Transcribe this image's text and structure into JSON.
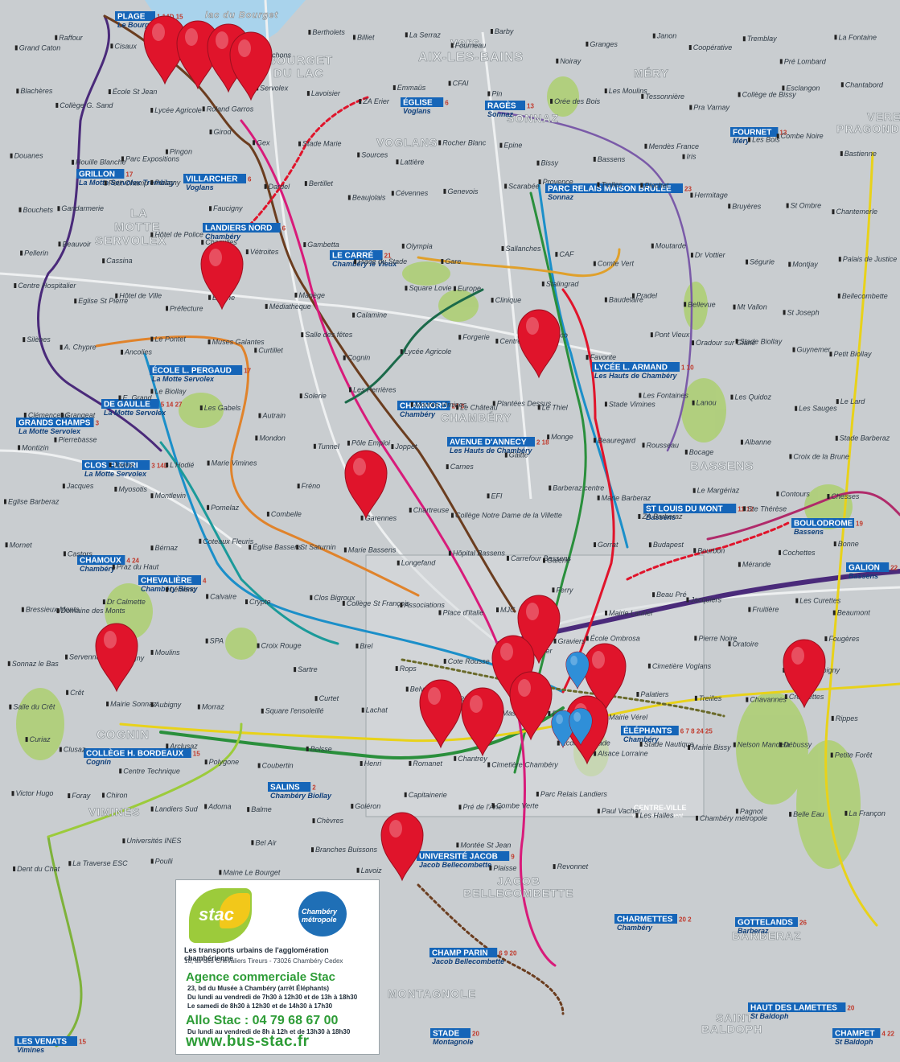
{
  "areas": {
    "aix": "vers\nAIX-LES-BAINS",
    "bourget": "BOURGET\nDU LAC",
    "lac": "lac du Bourget",
    "mery": "MÉRY",
    "sonnaz": "SONNAZ",
    "voglans": "VOGLANS",
    "motte": "LA\nMOTTE\nSERVOLEX",
    "chambery": "CHAMBÉRY",
    "bassens": "BASSENS",
    "cognin": "COGNIN",
    "vimines": "VIMINES",
    "jacob": "JACOB\nBELLECOMBETTE",
    "montagnole": "MONTAGNOLE",
    "barberaz": "BARBERAZ",
    "baldoph": "SAINT\nBALDOPH",
    "verel": "VEREL\nPRAGONDRAN",
    "centre": "CENTRE-VILLE",
    "centre_sub": "voir agrandissement"
  },
  "terminals": [
    {
      "name": "PLAGE",
      "sub": "Le Bourget du Lac",
      "lines": "1 14D 15"
    },
    {
      "name": "ÉGLISE",
      "sub": "Voglans",
      "lines": "6"
    },
    {
      "name": "RAGÈS",
      "sub": "Sonnaz",
      "lines": "13"
    },
    {
      "name": "FOURNET",
      "sub": "Méry",
      "lines": "13"
    },
    {
      "name": "PARC RELAIS MAISON BRÛLÉE",
      "sub": "Sonnaz",
      "lines": "23"
    },
    {
      "name": "GRILLON",
      "sub": "La Motte Servolex Tremblay",
      "lines": "17"
    },
    {
      "name": "VILLARCHER",
      "sub": "Voglans",
      "lines": "6"
    },
    {
      "name": "LANDIERS NORD",
      "sub": "Chambéry",
      "lines": "6"
    },
    {
      "name": "LE CARRÉ",
      "sub": "Chambéry le Vieux",
      "lines": "21"
    },
    {
      "name": "LYCÉE L. ARMAND",
      "sub": "Les Hauts de Chambéry",
      "lines": "1 10"
    },
    {
      "name": "ÉCOLE L. PERGAUD",
      "sub": "La Motte Servolex",
      "lines": "17"
    },
    {
      "name": "DE GAULLE",
      "sub": "La Motte Servolex",
      "lines": "5 14 27"
    },
    {
      "name": "GRANDS CHAMPS",
      "sub": "La Motte Servolex",
      "lines": "3"
    },
    {
      "name": "CHAMNORD",
      "sub": "Chambéry",
      "lines": "24 3"
    },
    {
      "name": "AVENUE D'ANNECY",
      "sub": "Les Hauts de Chambéry",
      "lines": "2 18"
    },
    {
      "name": "CLOS FLEURI",
      "sub": "La Motte Servolex",
      "lines": "3 14D"
    },
    {
      "name": "ST LOUIS DU MONT",
      "sub": "Bassens",
      "lines": "11 12"
    },
    {
      "name": "BOULODROME",
      "sub": "Bassens",
      "lines": "19"
    },
    {
      "name": "CHAMOUX",
      "sub": "Chambéry",
      "lines": "4 24"
    },
    {
      "name": "GALION",
      "sub": "Bassens",
      "lines": "22"
    },
    {
      "name": "CHEVALIÈRE",
      "sub": "Chambéry Bissy",
      "lines": "4"
    },
    {
      "name": "COLLÈGE H. BORDEAUX",
      "sub": "Cognin",
      "lines": "15"
    },
    {
      "name": "ÉLÉPHANTS",
      "sub": "Chambéry",
      "lines": "6 7 8 24 25"
    },
    {
      "name": "SALINS",
      "sub": "Chambéry Biollay",
      "lines": "2"
    },
    {
      "name": "UNIVERSITÉ JACOB",
      "sub": "Jacob Bellecombette",
      "lines": "9"
    },
    {
      "name": "CHARMETTES",
      "sub": "Chambéry",
      "lines": "20 2"
    },
    {
      "name": "GOTTELANDS",
      "sub": "Barberaz",
      "lines": "26"
    },
    {
      "name": "CHAMP PARIN",
      "sub": "Jacob Bellecombette",
      "lines": "6 9 20"
    },
    {
      "name": "HAUT DES LAMETTES",
      "sub": "St Baldoph",
      "lines": "20"
    },
    {
      "name": "STADE",
      "sub": "Montagnole",
      "lines": "20"
    },
    {
      "name": "CHAMPET",
      "sub": "St Baldoph",
      "lines": "4 22"
    },
    {
      "name": "LES VENATS",
      "sub": "Vimines",
      "lines": "15"
    }
  ],
  "stops": [
    "Grand Caton",
    "Raffour",
    "Cisaux",
    "Vert Village",
    "Matassine",
    "Garachons",
    "Bertholets",
    "Billiet",
    "La Serraz",
    "Fourneau",
    "Barby",
    "Noiray",
    "Granges",
    "Janon",
    "Coopérative",
    "Tremblay",
    "Pré Lombard",
    "La Fontaine",
    "Blachères",
    "Collège G. Sand",
    "École St Jean",
    "Lycée Agricole",
    "Roland Garros",
    "Servolex",
    "Lavoisier",
    "ZA Erier",
    "Emmaüs",
    "CFAI",
    "Pin",
    "Orée des Bois",
    "Les Moulins",
    "Tessonnière",
    "Pra Varnay",
    "Collège de Bissy",
    "Esclangon",
    "Chantabord",
    "Douanes",
    "Houille Blanche",
    "Parc Expositions",
    "Pingon",
    "Girod",
    "Gex",
    "Stade Marie",
    "Sources",
    "Lattière",
    "Rocher Blanc",
    "Epine",
    "Bissy",
    "Bassens",
    "Mendès France",
    "Iris",
    "Les Bois",
    "Combe Noire",
    "Bastienne",
    "Bouchets",
    "Gandarmerie",
    "Petit Champ",
    "Puisgny",
    "Faucigny",
    "Dardel",
    "Bertillet",
    "Beaujolais",
    "Cévennes",
    "Genevois",
    "Scarabée",
    "Provence",
    "Trolles",
    "Piochet",
    "Hermitage",
    "Bruyères",
    "St Ombre",
    "Chantemerle",
    "Pellerin",
    "Beauvoir",
    "Cassina",
    "Hôtel de Police",
    "Chamilles",
    "Vétroites",
    "Gambetta",
    "Place du Stade",
    "Olympia",
    "Gare",
    "Sallanches",
    "CAF",
    "Comte Vert",
    "Moutarde",
    "Dr Vottier",
    "Ségurie",
    "Montjay",
    "Palais de Justice",
    "Centre Hospitalier",
    "Eglise St Pierre",
    "Hôtel de Ville",
    "Préfecture",
    "Bolgne",
    "Médiathèque",
    "Manège",
    "Calamine",
    "Square Lovie",
    "Europe",
    "Clinique",
    "Stalingrad",
    "Baudelaire",
    "Pradel",
    "Bellevue",
    "Mt Vallon",
    "St Joseph",
    "Bellecombette",
    "Silènes",
    "A. Chypre",
    "Ancolies",
    "Le Pontet",
    "Muses Galantes",
    "Curtillet",
    "Salle des fêtes",
    "Cognin",
    "Lycée Agricole",
    "Forgerie",
    "Centre Cognin",
    "Bosco",
    "Favorite",
    "Pont Vieux",
    "Oradour sur Glane",
    "Stade Biollay",
    "Guynemer",
    "Petit Biollay",
    "Clémenceau",
    "Grangeat",
    "E. Grand",
    "Le Biollay",
    "Les Gabels",
    "Autrain",
    "Solerie",
    "Les Perrières",
    "Montée Vimines",
    "Le Château",
    "Plantées Dessus",
    "Le Thiel",
    "Stade Vimines",
    "Les Fontaines",
    "Lanou",
    "Les Quidoz",
    "Les Sauges",
    "Le Lard",
    "Montizin",
    "Pierrebasse",
    "Jovine",
    "L'Hodié",
    "Marie Vimines",
    "Mondon",
    "Tunnel",
    "Pôle Emploi",
    "Joppet",
    "Carnes",
    "Gaitte",
    "Monge",
    "Beauregard",
    "Rousseau",
    "Bocage",
    "Albanne",
    "Croix de la Brune",
    "Stade Barberaz",
    "Eglise Barberaz",
    "Jacques",
    "Myosotis",
    "Montlevin",
    "Pomelaz",
    "Combelle",
    "Fréno",
    "Garennes",
    "Chartreuse",
    "Collège Notre Dame de la Villette",
    "EFI",
    "Barberaz centre",
    "Marie Barberaz",
    "ZA Barberaz",
    "Le Margériaz",
    "Ste Thérèse",
    "Contours",
    "Chesses",
    "Mornet",
    "Castors",
    "Praz du Haut",
    "Bérnaz",
    "Coteaux Fleuris",
    "Église Bassens",
    "St Saturnin",
    "Marie Bassens",
    "Longefand",
    "Hôpital Bassens",
    "Carrefour Bassens",
    "Galerie",
    "Gorrat",
    "Budapest",
    "Bourbon",
    "Mérande",
    "Cochettes",
    "Bonne",
    "Bressieux Monts",
    "Domaine des Monts",
    "Dr Calmette",
    "Lémenc",
    "Calvaire",
    "Crypte",
    "Clos Bigroux",
    "Collège St François",
    "Associations",
    "Place d'Italie",
    "MJC",
    "Ferry",
    "Mairie Laurier",
    "Beau Pré",
    "Jacquiers",
    "Fruitière",
    "Les Curettes",
    "Beaumont",
    "Sonnaz le Bas",
    "Servennaz",
    "Montagny",
    "Moulins",
    "SPA",
    "Croix Rouge",
    "Sartre",
    "Brel",
    "Rops",
    "Cote Rousse",
    "Stade Tanguer",
    "Graviers",
    "École Ombrosa",
    "Cimetière Voglans",
    "Pierre Noire",
    "Oratoire",
    "Route d'Aubigny",
    "Fougères",
    "Salle du Crêt",
    "Crêt",
    "Mairie Sonnaz",
    "Aubigny",
    "Morraz",
    "Square l'ensoleillé",
    "Curtet",
    "Lachat",
    "Belvédère",
    "Les Rivaux",
    "Mas Parfait",
    "Fontaines",
    "Mairie Vérel",
    "Palatiers",
    "Treilles",
    "Chavannes",
    "Creusettes",
    "Rippes",
    "Curiaz",
    "Clusaz",
    "Centre Technique",
    "Arclusaz",
    "Polygone",
    "Coubertin",
    "Bolsse",
    "Henri",
    "Romanet",
    "Chantrey",
    "Cimetière Chambéry",
    "École du Stade",
    "Alsace Lorraine",
    "Stade Nautique",
    "Mairie Bissy",
    "Nelson Mandela",
    "Débussy",
    "Petite Forêt",
    "Victor Hugo",
    "Foray",
    "Chiron",
    "Landiers Sud",
    "Adoma",
    "Balme",
    "Chèvres",
    "Goléron",
    "Capitainerie",
    "Pré de l'Âne",
    "Combe Verte",
    "Parc Relais Landiers",
    "Paul Vacher",
    "Les Halles",
    "Chambéry métropole",
    "Pagnot",
    "Belle Eau",
    "La Françon",
    "Dent du Chat",
    "La Traverse ESC",
    "Universités INES",
    "Poulli",
    "Maine Le Bourget",
    "Bel Air",
    "Branches Buissons",
    "Lavoiz",
    "Villette",
    "Montée St Jean",
    "Plaisse",
    "Revonnet"
  ],
  "info": {
    "stac_logo": "stac",
    "cm_logo": "Chambéry métropole",
    "title": "Les transports urbains de l'agglomération chambérienne",
    "address": "18, av des Chevaliers Tireurs - 73026 Chambéry Cedex",
    "agency": "Agence commerciale Stac",
    "agency_addr": "23, bd du Musée à Chambéry (arrêt Éléphants)",
    "hours1": "Du lundi au vendredi de 7h30 à 12h30 et de 13h à 18h30",
    "hours2": "Le samedi de 8h30 à 12h30 et de 14h30 à 17h30",
    "phone": "Allo Stac : 04 79 68 67 00",
    "phone_hours": "Du lundi au vendredi de 8h à 12h et de 13h30 à 18h30",
    "web": "www.bus-stac.fr"
  },
  "colors": {
    "pin": "#e0142b",
    "pin_blue": "#2f8fd8",
    "route_red": "#e0142b",
    "route_brown": "#6b3d1f",
    "route_blue": "#1b8fc9",
    "route_green": "#2a8f3c",
    "route_yellow": "#e8d21a",
    "route_orange": "#e0832b",
    "route_purple": "#4a2a7a",
    "route_pink": "#d81b7a",
    "terminal": "#1565b8"
  }
}
